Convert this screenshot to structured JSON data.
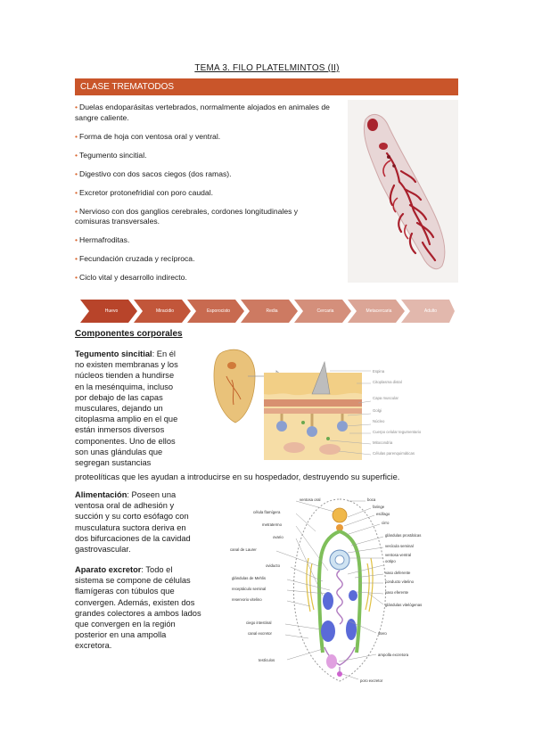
{
  "page_title": "TEMA 3. FILO PLATELMINTOS (II)",
  "section_header": "CLASE TREMATODOS",
  "bullets": [
    "Duelas endoparásitas vertebrados, normalmente alojados en animales de sangre caliente.",
    "Forma de hoja con ventosa oral y ventral.",
    "Tegumento sincitial.",
    "Digestivo con dos sacos ciegos (dos ramas).",
    "Excretor protonefridial con poro caudal.",
    "Nervioso con dos ganglios cerebrales, cordones longitudinales y comisuras transversales.",
    "Hermafroditas.",
    "Fecundación cruzada y recíproca.",
    "Ciclo vital y desarrollo indirecto."
  ],
  "life_cycle_steps": [
    "Huevo",
    "Miracidio",
    "Esporocisto",
    "Redia",
    "Cercaria",
    "Metacercaria",
    "Adulto"
  ],
  "life_cycle_colors": [
    "#b8442a",
    "#c2563a",
    "#c86a50",
    "#cd7a62",
    "#d48f7b",
    "#dba596",
    "#e2b8ad"
  ],
  "components_heading": "Componentes corporales",
  "tegumento": {
    "term": "Tegumento sincitial",
    "lines": [
      ": En él",
      "no existen membranas y los",
      "núcleos tienden a hundirse",
      "en la mesénquima, incluso",
      "por debajo de las capas",
      "musculares, dejando un",
      "citoplasma amplio en el que",
      "están inmersos diversos",
      "componentes. Uno de ellos",
      "son unas glándulas que",
      "segregan sustancias"
    ],
    "tail": "proteolíticas que les ayudan a introducirse en su hospedador, destruyendo su superficie."
  },
  "alimentacion": {
    "term": "Alimentación",
    "lines": [
      ": Poseen una",
      "ventosa oral de adhesión y",
      "succión y su corto esófago con",
      "musculatura suctora deriva en",
      "dos bifurcaciones de la cavidad",
      "gastrovascular."
    ]
  },
  "excretor": {
    "term": "Aparato excretor",
    "lines": [
      ": Todo el",
      "sistema se compone de células",
      "flamígeras con túbulos que",
      "convergen. Además, existen dos",
      "grandes colectores a ambos lados",
      "que convergen en la región",
      "posterior en una ampolla",
      "excretora."
    ]
  },
  "tegument_figure_labels": [
    "Espina",
    "Citoplasma distal",
    "Capa muscular",
    "Golgi",
    "Núcleo",
    "Cuerpo celular tegumentario",
    "Mitocondria",
    "Células parenquimáticas"
  ],
  "anatomy_left_labels": [
    "ventosa oral",
    "célula flamígera",
    "metratermo",
    "ovario",
    "canal de Laurer",
    "oviducto",
    "glándulas de Mehlis",
    "receptáculo seminal",
    "reservorio vitelino",
    "ciego intestinal",
    "canal excretor",
    "testículos"
  ],
  "anatomy_right_labels": [
    "boca",
    "faringe",
    "esófago",
    "cirro",
    "glándulas prostáticas",
    "vesícula seminal",
    "ventosa ventral",
    "ootipo",
    "vaso deferente",
    "conducto vitelino",
    "vaso eferente",
    "glándulas vitelógenas",
    "útero",
    "ampolla excretora",
    "poro excretor"
  ]
}
